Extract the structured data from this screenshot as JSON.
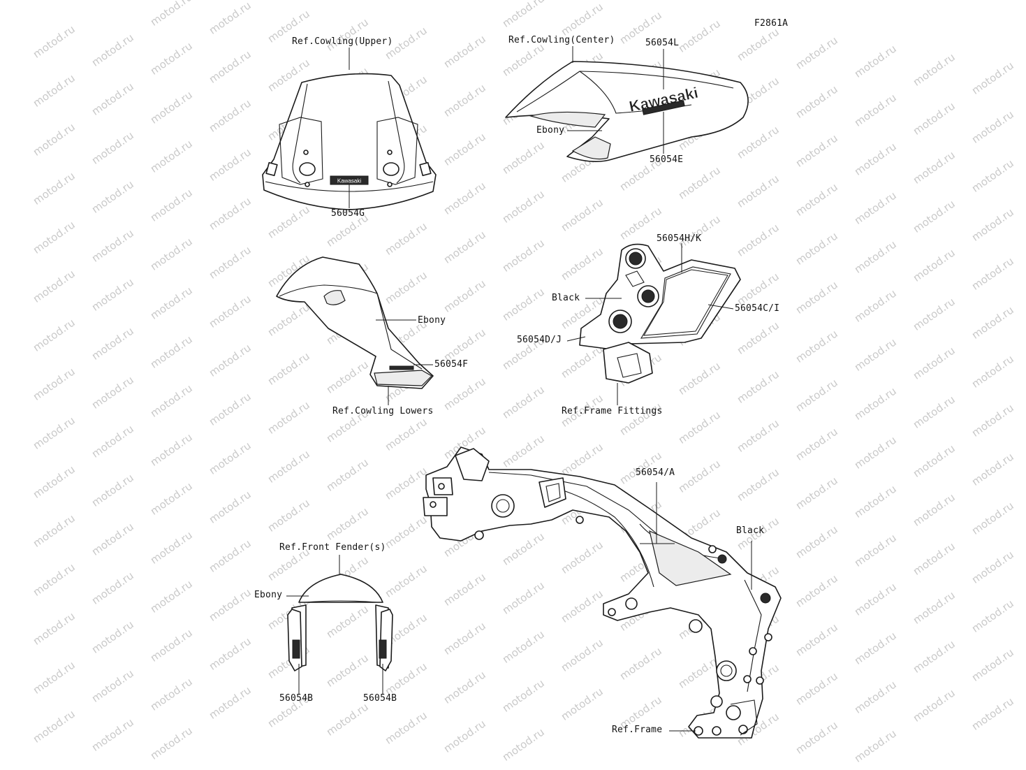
{
  "figure_code": "F2861A",
  "watermark": "motod.ru",
  "labels": {
    "cowling_upper_ref": "Ref.Cowling(Upper)",
    "cowling_upper_part": "56054G",
    "cowling_center_ref": "Ref.Cowling(Center)",
    "cowling_center_part_top": "56054L",
    "cowling_center_ebony": "Ebony",
    "cowling_center_part_bottom": "56054E",
    "lowers_ebony": "Ebony",
    "lowers_part": "56054F",
    "lowers_ref": "Ref.Cowling Lowers",
    "fitting_part_hk": "56054H/K",
    "fitting_black": "Black",
    "fitting_part_ci": "56054C/I",
    "fitting_part_dj": "56054D/J",
    "fitting_ref": "Ref.Frame Fittings",
    "frame_part": "56054/A",
    "frame_black": "Black",
    "frame_ref": "Ref.Frame",
    "fender_ref": "Ref.Front Fender(s)",
    "fender_ebony": "Ebony",
    "fender_part_left": "56054B",
    "fender_part_right": "56054B"
  },
  "decal_text": {
    "brand_small": "Kawasaki",
    "brand_large": "Kawasaki"
  }
}
